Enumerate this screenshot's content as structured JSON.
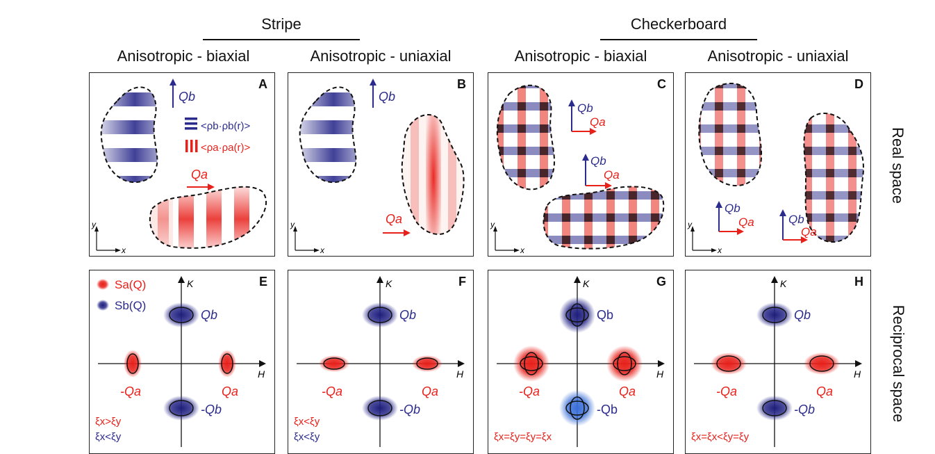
{
  "headers": {
    "stripe": "Stripe",
    "checkerboard": "Checkerboard",
    "col1": "Anisotropic - biaxial",
    "col2": "Anisotropic - uniaxial",
    "col3": "Anisotropic - biaxial",
    "col4": "Anisotropic - uniaxial"
  },
  "side_labels": {
    "real": "Real space",
    "reciprocal": "Reciprocal space"
  },
  "panels": {
    "A": "A",
    "B": "B",
    "C": "C",
    "D": "D",
    "E": "E",
    "F": "F",
    "G": "G",
    "H": "H"
  },
  "legend": {
    "rho_b": "<ρb·ρb(r)>",
    "rho_a": "<ρa·ρa(r)>",
    "s_a": "Sa(Q)",
    "s_b": "Sb(Q)"
  },
  "axes": {
    "x": "x",
    "y": "y",
    "H": "H",
    "K": "K"
  },
  "vectors": {
    "Qa": "Qa",
    "Qb": "Qb",
    "negQa": "-Qa",
    "negQb": "-Qb"
  },
  "relations": {
    "E_red": "ξx>ξy",
    "E_blue": "ξx<ξy",
    "F_red": "ξx<ξy",
    "F_blue": "ξx<ξy",
    "G": "ξx=ξy=ξy=ξx",
    "H": "ξx=ξx<ξy=ξy"
  },
  "colors": {
    "red": "#e8201a",
    "blue": "#2b2b8c",
    "black": "#111111"
  }
}
